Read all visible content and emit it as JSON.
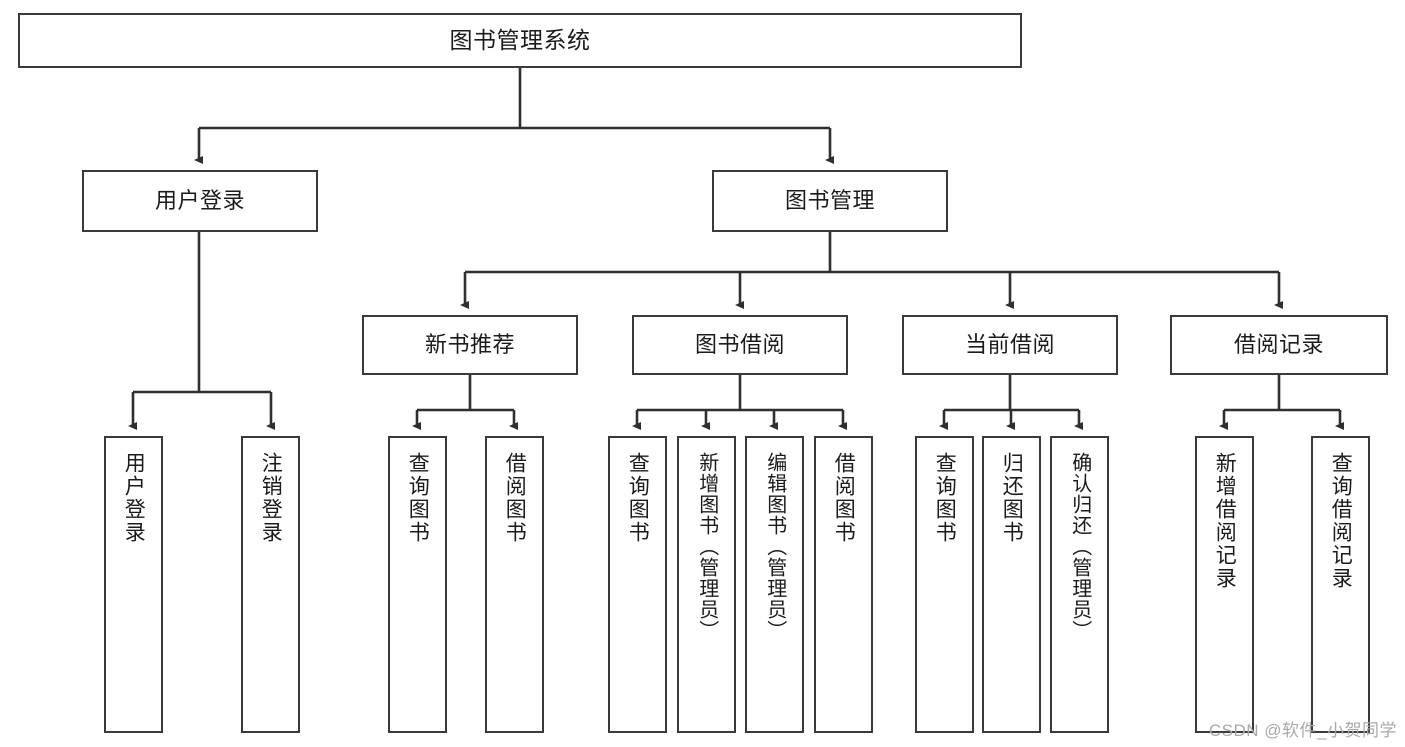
{
  "diagram": {
    "title": "图书管理系统",
    "type": "hierarchy-tree",
    "root": {
      "label": "图书管理系统"
    },
    "level2": [
      {
        "label": "用户登录"
      },
      {
        "label": "图书管理"
      }
    ],
    "level3": [
      {
        "label": "新书推荐"
      },
      {
        "label": "图书借阅"
      },
      {
        "label": "当前借阅"
      },
      {
        "label": "借阅记录"
      }
    ],
    "leaves": {
      "user_login": [
        {
          "label": "用户登录"
        },
        {
          "label": "注销登录"
        }
      ],
      "new_book_recommend": [
        {
          "label": "查询图书"
        },
        {
          "label": "借阅图书"
        }
      ],
      "book_borrow": [
        {
          "label": "查询图书"
        },
        {
          "label": "新增图书（管理员）"
        },
        {
          "label": "编辑图书（管理员）"
        },
        {
          "label": "借阅图书"
        }
      ],
      "current_borrow": [
        {
          "label": "查询图书"
        },
        {
          "label": "归还图书"
        },
        {
          "label": "确认归还（管理员）"
        }
      ],
      "borrow_record": [
        {
          "label": "新增借阅记录"
        },
        {
          "label": "查询借阅记录"
        }
      ]
    }
  },
  "watermark": {
    "text": "CSDN @软件_小贺同学"
  },
  "colors": {
    "border": "#3a3a3a",
    "background": "#ffffff",
    "text": "#1b1b1b",
    "connector": "#2f2f2f",
    "watermark": "#a9a9a9"
  }
}
